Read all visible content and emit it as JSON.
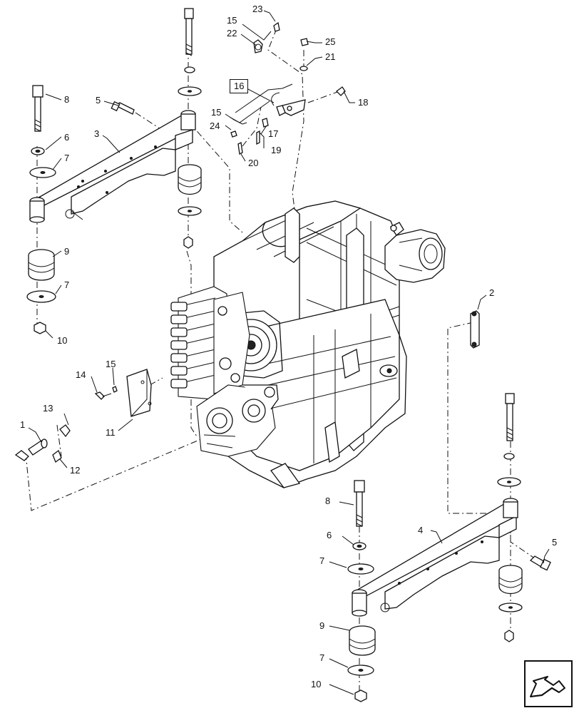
{
  "diagram": {
    "callouts": [
      {
        "id": "c23",
        "text": "23"
      },
      {
        "id": "c15a",
        "text": "15"
      },
      {
        "id": "c22",
        "text": "22"
      },
      {
        "id": "c25",
        "text": "25"
      },
      {
        "id": "c21",
        "text": "21"
      },
      {
        "id": "c16",
        "text": "16"
      },
      {
        "id": "c18",
        "text": "18"
      },
      {
        "id": "c8a",
        "text": "8"
      },
      {
        "id": "c5a",
        "text": "5"
      },
      {
        "id": "c3",
        "text": "3"
      },
      {
        "id": "c6a",
        "text": "6"
      },
      {
        "id": "c7a",
        "text": "7"
      },
      {
        "id": "c15b",
        "text": "15"
      },
      {
        "id": "c24",
        "text": "24"
      },
      {
        "id": "c17",
        "text": "17"
      },
      {
        "id": "c19",
        "text": "19"
      },
      {
        "id": "c20",
        "text": "20"
      },
      {
        "id": "c9a",
        "text": "9"
      },
      {
        "id": "c7b",
        "text": "7"
      },
      {
        "id": "c10a",
        "text": "10"
      },
      {
        "id": "c2",
        "text": "2"
      },
      {
        "id": "c14",
        "text": "14"
      },
      {
        "id": "c15c",
        "text": "15"
      },
      {
        "id": "c13",
        "text": "13"
      },
      {
        "id": "c1",
        "text": "1"
      },
      {
        "id": "c11",
        "text": "11"
      },
      {
        "id": "c12",
        "text": "12"
      },
      {
        "id": "c8b",
        "text": "8"
      },
      {
        "id": "c6b",
        "text": "6"
      },
      {
        "id": "c4",
        "text": "4"
      },
      {
        "id": "c5b",
        "text": "5"
      },
      {
        "id": "c7c",
        "text": "7"
      },
      {
        "id": "c9b",
        "text": "9"
      },
      {
        "id": "c7d",
        "text": "7"
      },
      {
        "id": "c10b",
        "text": "10"
      }
    ],
    "nav_icon": "navigation-arrow-icon"
  }
}
